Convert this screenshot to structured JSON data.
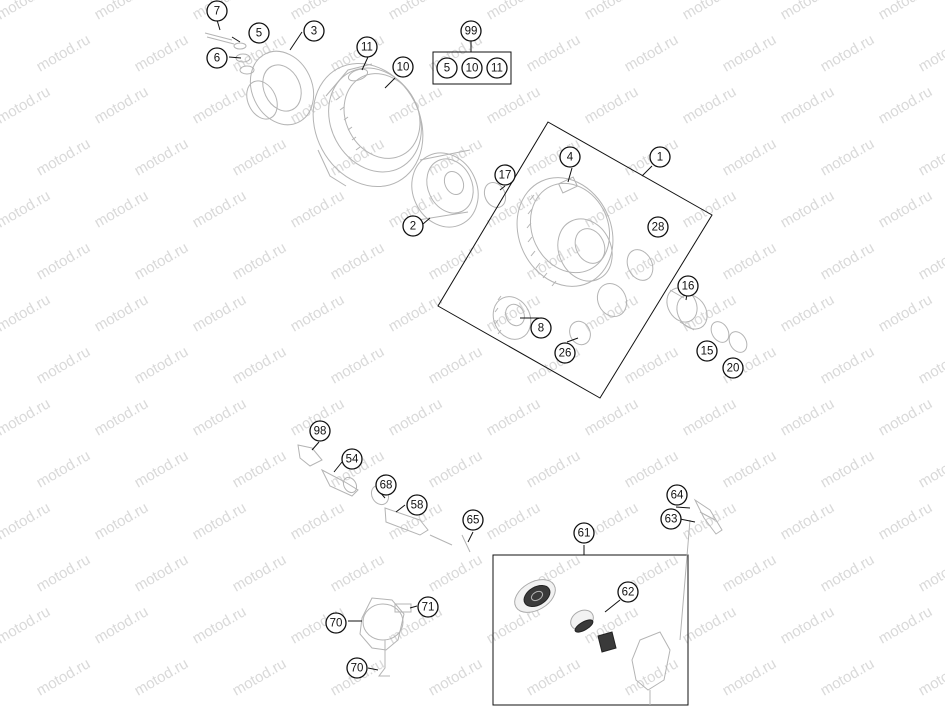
{
  "watermark": "motod.ru",
  "callouts": [
    {
      "id": "c7",
      "label": "7"
    },
    {
      "id": "c5",
      "label": "5"
    },
    {
      "id": "c3",
      "label": "3"
    },
    {
      "id": "c6",
      "label": "6"
    },
    {
      "id": "c11",
      "label": "11"
    },
    {
      "id": "c10",
      "label": "10"
    },
    {
      "id": "c99",
      "label": "99"
    },
    {
      "id": "c99a",
      "label": "5"
    },
    {
      "id": "c99b",
      "label": "10"
    },
    {
      "id": "c99c",
      "label": "11"
    },
    {
      "id": "c4",
      "label": "4"
    },
    {
      "id": "c1",
      "label": "1"
    },
    {
      "id": "c17",
      "label": "17"
    },
    {
      "id": "c2",
      "label": "2"
    },
    {
      "id": "c28",
      "label": "28"
    },
    {
      "id": "c16",
      "label": "16"
    },
    {
      "id": "c8",
      "label": "8"
    },
    {
      "id": "c26",
      "label": "26"
    },
    {
      "id": "c15",
      "label": "15"
    },
    {
      "id": "c20",
      "label": "20"
    },
    {
      "id": "c98",
      "label": "98"
    },
    {
      "id": "c54",
      "label": "54"
    },
    {
      "id": "c68",
      "label": "68"
    },
    {
      "id": "c58",
      "label": "58"
    },
    {
      "id": "c65",
      "label": "65"
    },
    {
      "id": "c61",
      "label": "61"
    },
    {
      "id": "c64",
      "label": "64"
    },
    {
      "id": "c63",
      "label": "63"
    },
    {
      "id": "c62",
      "label": "62"
    },
    {
      "id": "c70a",
      "label": "70"
    },
    {
      "id": "c71",
      "label": "71"
    },
    {
      "id": "c70b",
      "label": "70"
    }
  ]
}
